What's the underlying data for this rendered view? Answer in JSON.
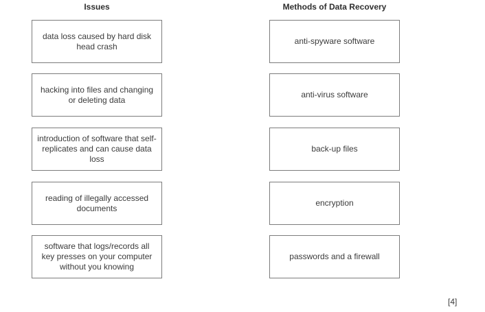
{
  "left_column": {
    "header": "Issues",
    "boxes": [
      {
        "label": "data loss caused by hard disk head crash"
      },
      {
        "label": "hacking into files and changing or deleting data"
      },
      {
        "label": "introduction of software that self-replicates and can cause data loss"
      },
      {
        "label": "reading of illegally accessed documents"
      },
      {
        "label": "software that logs/records all key presses on your computer without you knowing"
      }
    ]
  },
  "right_column": {
    "header": "Methods of Data Recovery",
    "boxes": [
      {
        "label": "anti-spyware software"
      },
      {
        "label": "anti-virus software"
      },
      {
        "label": "back-up files"
      },
      {
        "label": "encryption"
      },
      {
        "label": "passwords and a firewall"
      }
    ]
  },
  "marks": {
    "label": "[4]"
  },
  "colors": {
    "background": "#ffffff",
    "box_border": "#7b7b7b",
    "text": "#3a3a3a",
    "header_text": "#2e2e2e"
  }
}
